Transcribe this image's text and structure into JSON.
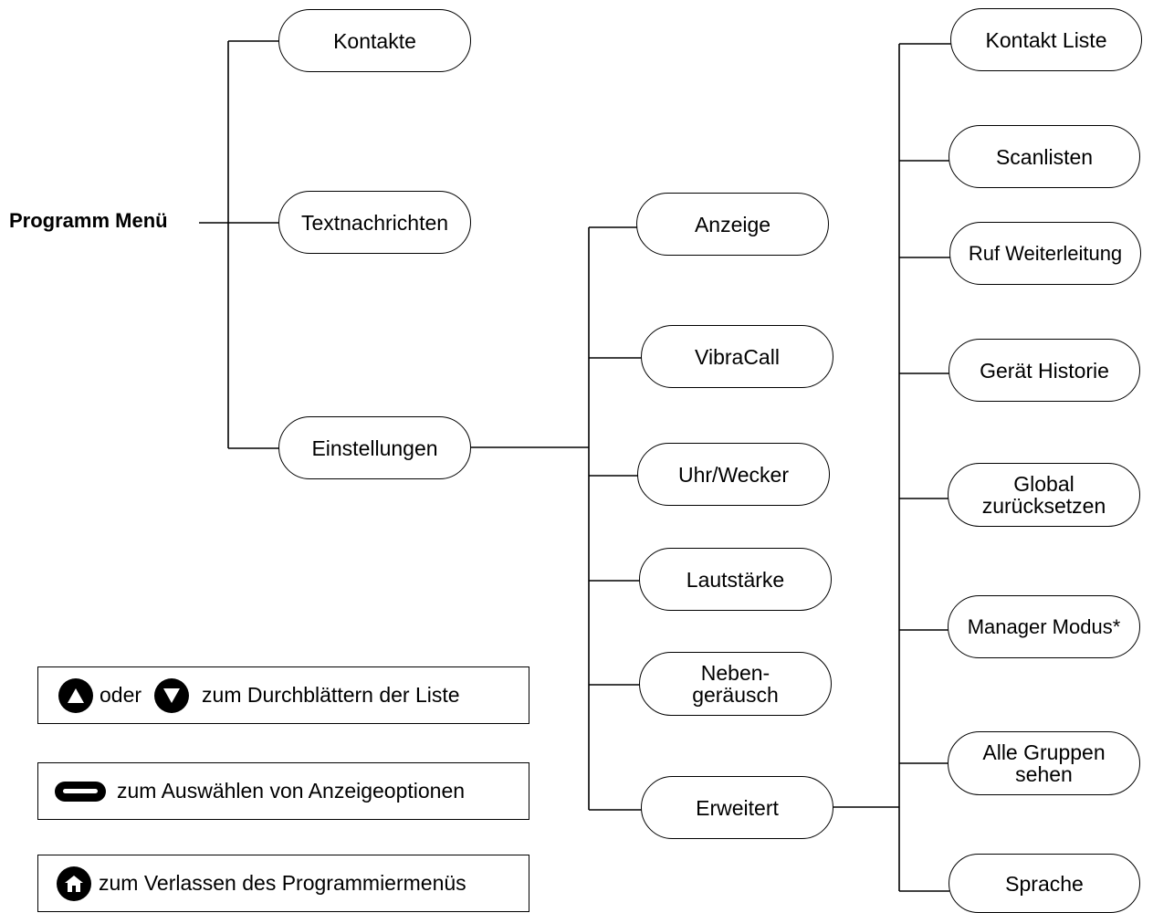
{
  "root": {
    "label": "Programm Menü"
  },
  "level1": [
    {
      "id": "kontakte",
      "label": "Kontakte"
    },
    {
      "id": "textnachrichten",
      "label": "Textnachrichten"
    },
    {
      "id": "einstellungen",
      "label": "Einstellungen"
    }
  ],
  "einstellungen_children": [
    {
      "id": "anzeige",
      "label": "Anzeige"
    },
    {
      "id": "vibracall",
      "label": "VibraCall"
    },
    {
      "id": "uhr-wecker",
      "label": "Uhr/Wecker"
    },
    {
      "id": "lautstaerke",
      "label": "Lautstärke"
    },
    {
      "id": "nebengeraeusch",
      "line1": "Neben-",
      "line2": "geräusch"
    },
    {
      "id": "erweitert",
      "label": "Erweitert"
    }
  ],
  "erweitert_children": [
    {
      "id": "kontakt-liste",
      "label": "Kontakt Liste"
    },
    {
      "id": "scanlisten",
      "label": "Scanlisten"
    },
    {
      "id": "ruf-weiterleitung",
      "label": "Ruf Weiterleitung"
    },
    {
      "id": "geraet-historie",
      "label": "Gerät Historie"
    },
    {
      "id": "global-zuruecksetzen",
      "line1": "Global",
      "line2": "zurücksetzen"
    },
    {
      "id": "manager-modus",
      "label": "Manager Modus*"
    },
    {
      "id": "alle-gruppen-sehen",
      "line1": "Alle Gruppen",
      "line2": "sehen"
    },
    {
      "id": "sprache",
      "label": "Sprache"
    }
  ],
  "legend": {
    "scroll": {
      "or_text": "oder",
      "text": "zum Durchblättern der Liste",
      "icons": [
        "up-arrow-button-icon",
        "down-arrow-button-icon"
      ]
    },
    "select": {
      "text": "zum Auswählen von Anzeigeoptionen",
      "icon": "menu-select-key-icon"
    },
    "exit": {
      "text": "zum Verlassen des Programmiermenüs",
      "icon": "home-button-icon"
    }
  }
}
